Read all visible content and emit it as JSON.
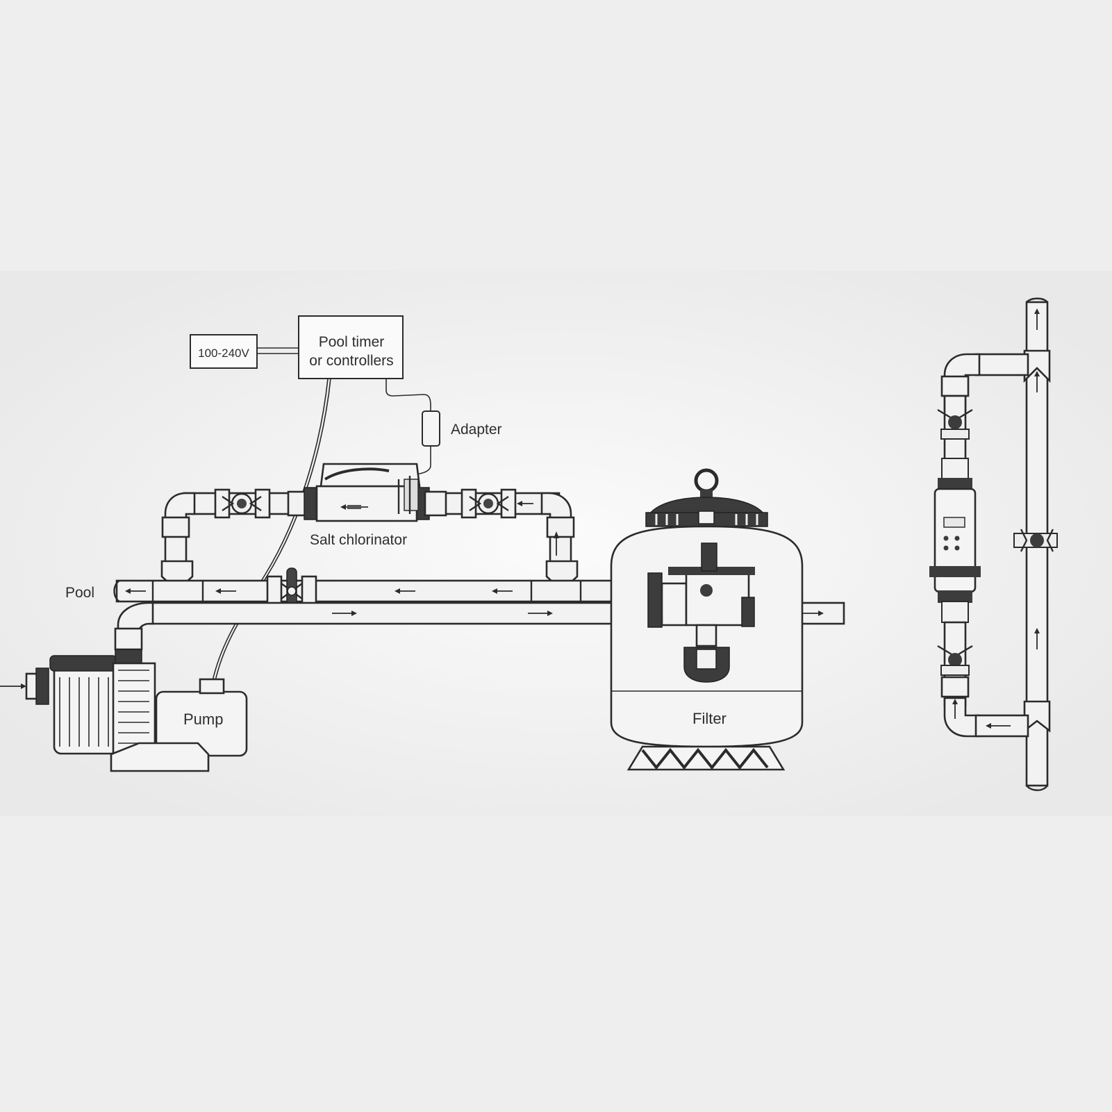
{
  "labels": {
    "voltage": "100-240V",
    "timer_line1": "Pool timer",
    "timer_line2": "or controllers",
    "adapter": "Adapter",
    "salt_chlorinator": "Salt chlorinator",
    "pool": "Pool",
    "pump": "Pump",
    "filter": "Filter"
  },
  "colors": {
    "background": "#eeeeee",
    "band": "#f3f3f3",
    "ink": "#2b2b2b"
  }
}
